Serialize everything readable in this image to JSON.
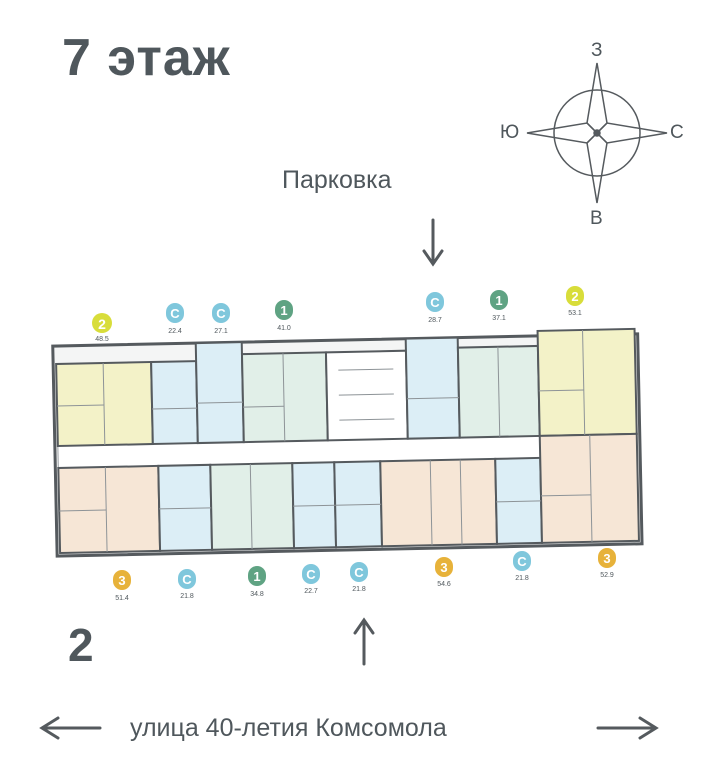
{
  "title": "7 этаж",
  "section_number": "2",
  "parking_label": "Парковка",
  "street_label": "улица 40-летия Комсомола",
  "compass": {
    "north": "З",
    "south": "В",
    "west": "Ю",
    "east": "С"
  },
  "colors": {
    "studio": "#7fc7dc",
    "one_room": "#5fa383",
    "two_room": "#d8dd3a",
    "three_room": "#e7b23a",
    "studio_fill": "#dceef6",
    "one_room_fill": "#e1efe8",
    "two_room_fill": "#f3f2c8",
    "three_room_fill": "#f6e6d6",
    "wall": "#555a5e",
    "text": "#4f575c"
  },
  "apartments_top": [
    {
      "type": "2",
      "area": "48.5"
    },
    {
      "type": "С",
      "area": "22.4"
    },
    {
      "type": "С",
      "area": "27.1"
    },
    {
      "type": "1",
      "area": "41.0"
    },
    {
      "type": "С",
      "area": "28.7"
    },
    {
      "type": "1",
      "area": "37.1"
    },
    {
      "type": "2",
      "area": "53.1"
    }
  ],
  "apartments_bottom": [
    {
      "type": "3",
      "area": "51.4"
    },
    {
      "type": "С",
      "area": "21.8"
    },
    {
      "type": "1",
      "area": "34.8"
    },
    {
      "type": "С",
      "area": "22.7"
    },
    {
      "type": "С",
      "area": "21.8"
    },
    {
      "type": "3",
      "area": "54.6"
    },
    {
      "type": "С",
      "area": "21.8"
    },
    {
      "type": "3",
      "area": "52.9"
    }
  ]
}
